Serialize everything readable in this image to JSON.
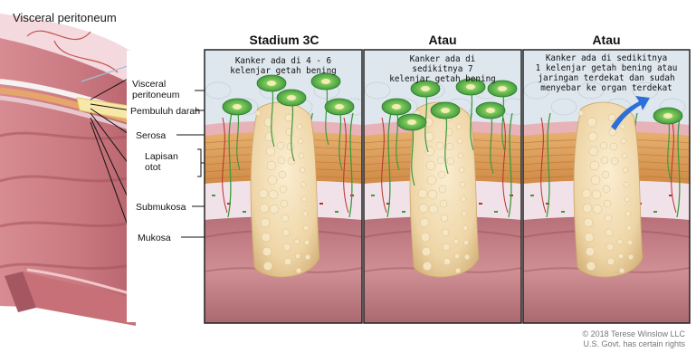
{
  "figure": {
    "title": "Visceral peritoneum",
    "panels": [
      {
        "heading": "Stadium 3C",
        "note": "Kanker ada di 4 - 6\nkelenjar getah bening"
      },
      {
        "heading": "Atau",
        "note": "Kanker ada di\nsedikitnya 7\nkelenjar getah bening"
      },
      {
        "heading": "Atau",
        "note": "Kanker ada di sedikitnya\n1 kelenjar getah bening atau\njaringan terdekat dan sudah\nmenyebar ke organ terdekat"
      }
    ],
    "layer_labels": {
      "visceral": "Visceral\nperitoneum",
      "vessel": "Pembuluh darah",
      "serosa": "Serosa",
      "muscle": "Lapisan\notot",
      "submucosa": "Submukosa",
      "mucosa": "Mukosa"
    },
    "credit_line1": "© 2018 Terese Winslow LLC",
    "credit_line2": "U.S. Govt. has certain rights"
  },
  "colors": {
    "mucosa": "#c8868a",
    "mucosa_dark": "#9e5a62",
    "submucosa": "#f1e2ea",
    "muscle": "#d99a52",
    "serosa": "#e8b2b9",
    "peritoneum_fluid": "#dfe7ee",
    "lymph_node": "#3fae3f",
    "tumor": "#f0ddb8",
    "vessel_red": "#b8302a",
    "nerve_green": "#3c9a3c",
    "arrow_blue": "#2d6fd8"
  }
}
